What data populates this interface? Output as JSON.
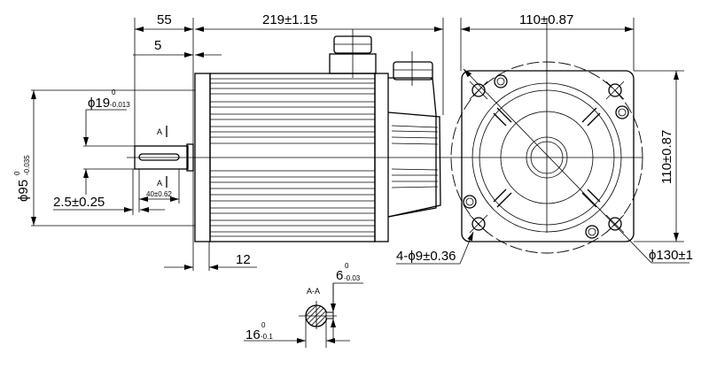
{
  "dimensions": {
    "shaft_length": "55",
    "flange_offset": "5",
    "body_length": "219±1.15",
    "flange_width": "110±0.87",
    "flange_height": "110±0.87",
    "pilot_dia": {
      "main": "ϕ95",
      "upper": "0",
      "lower": "-0.035"
    },
    "shaft_dia": {
      "main": "ϕ19",
      "upper": "0",
      "lower": "-0.013"
    },
    "shaft_step": "2.5±0.25",
    "key_length": "40±0.62",
    "flange_thickness": "12",
    "mount_holes": "4-ϕ9±0.36",
    "bolt_circle": "ϕ130±1",
    "key_width": {
      "main": "6",
      "upper": "0",
      "lower": "-0.03"
    },
    "key_depth": {
      "main": "16",
      "upper": "0",
      "lower": "-0.1"
    }
  },
  "labels": {
    "section_mark_top": "A",
    "section_mark_bottom": "A",
    "section_title": "A-A"
  }
}
